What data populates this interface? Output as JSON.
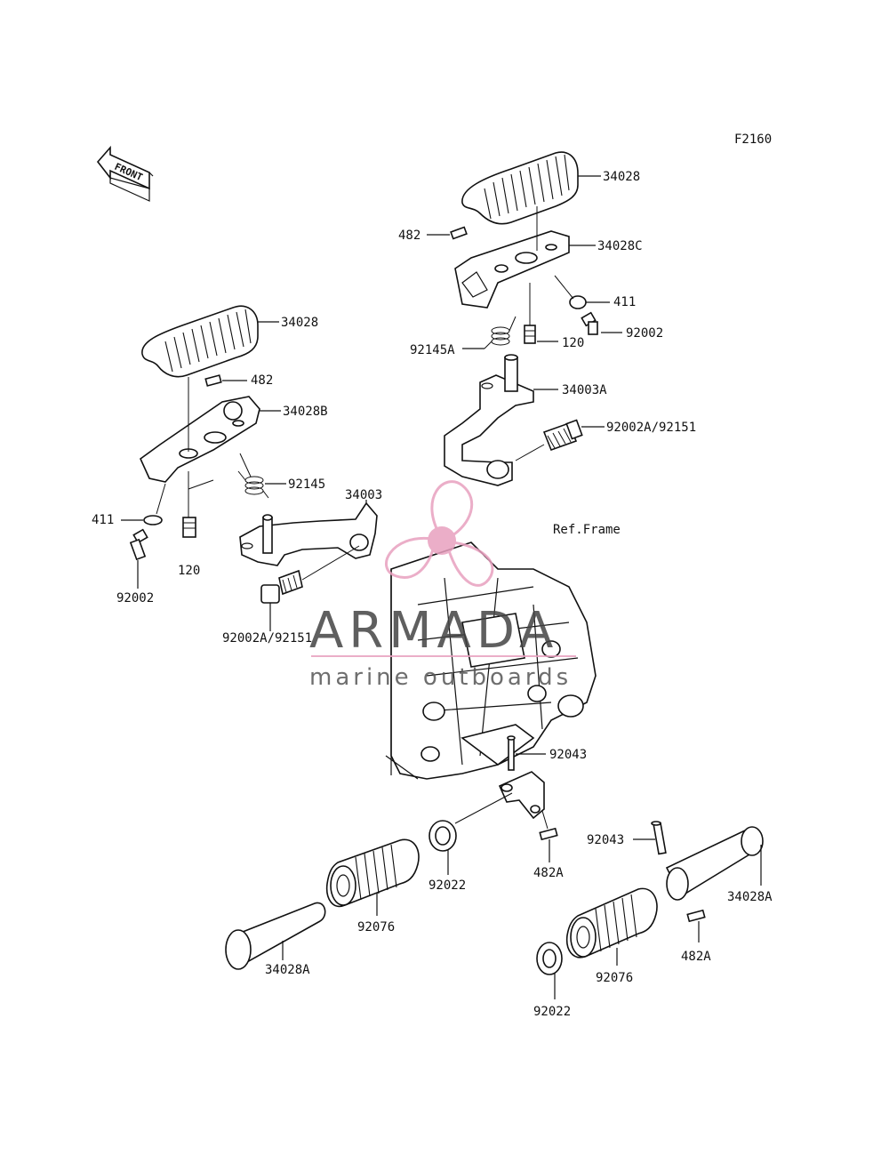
{
  "figure_code": "F2160",
  "front_label": "FRONT",
  "ref_frame_label": "Ref.Frame",
  "watermark": {
    "brand": "ARMADA",
    "tagline": "marine outboards",
    "color": "#e8a0bf"
  },
  "callouts": {
    "top_grip": "34028",
    "top_bracket": "34028C",
    "top_pin_482": "482",
    "top_411": "411",
    "top_92002": "92002",
    "top_120": "120",
    "top_spring": "92145A",
    "top_arm": "34003A",
    "top_bolt": "92002A/92151",
    "left_grip": "34028",
    "left_pin_482": "482",
    "left_bracket": "34028B",
    "left_spring": "92145",
    "left_arm": "34003",
    "left_411": "411",
    "left_120": "120",
    "left_92002": "92002",
    "left_bolt": "92002A/92151",
    "pin_92043_a": "92043",
    "pin_92043_b": "92043",
    "washer_92022_a": "92022",
    "washer_92022_b": "92022",
    "clip_482a_a": "482A",
    "clip_482a_b": "482A",
    "grip_92076_a": "92076",
    "grip_92076_b": "92076",
    "peg_34028a_a": "34028A",
    "peg_34028a_b": "34028A"
  }
}
